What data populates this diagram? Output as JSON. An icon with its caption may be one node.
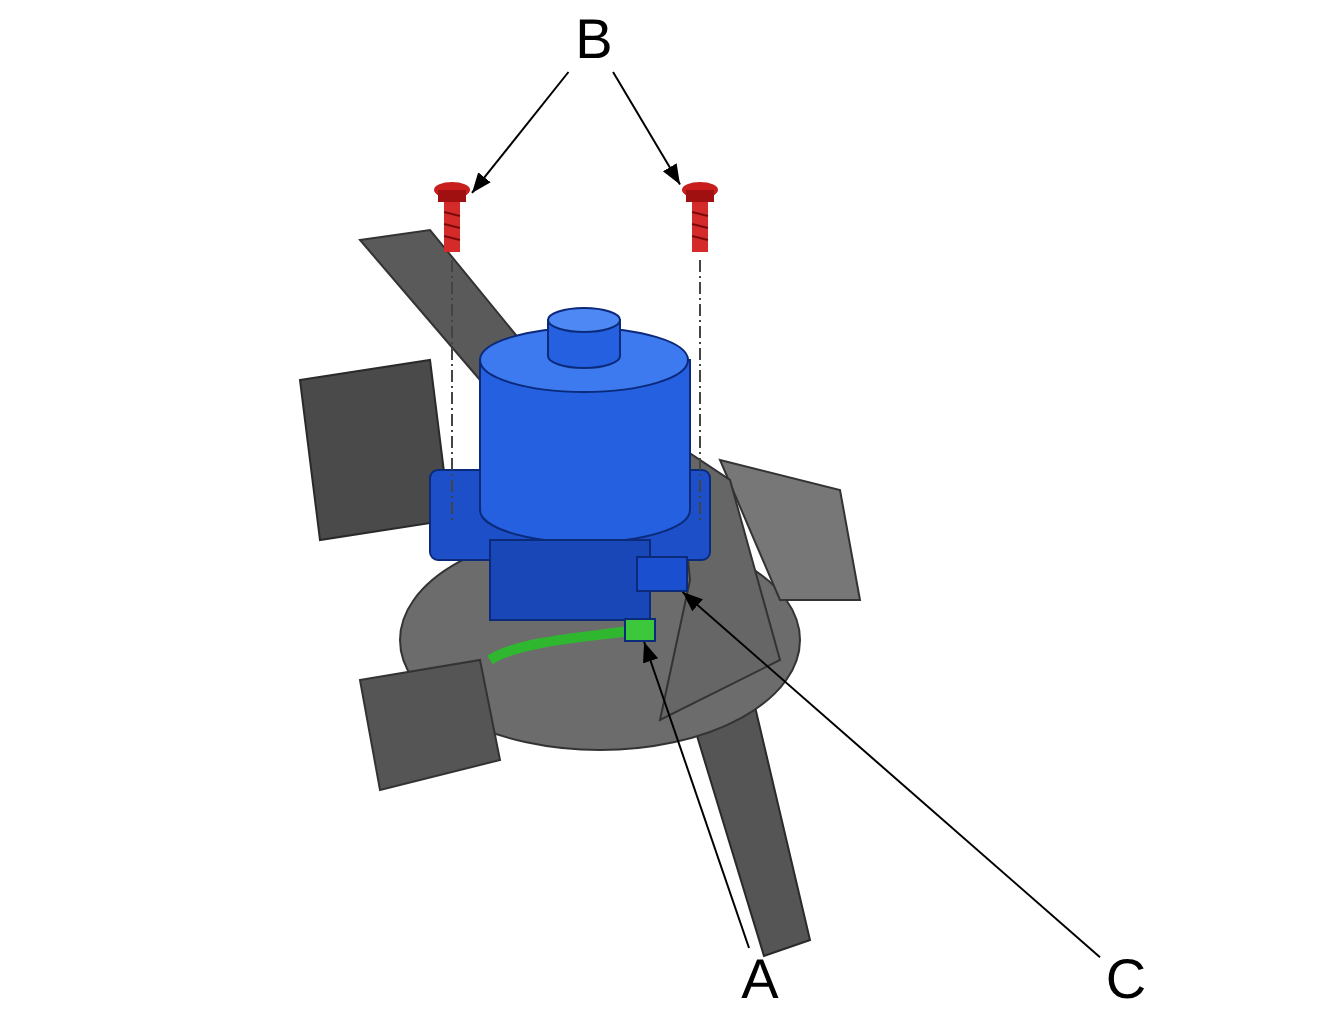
{
  "diagram": {
    "nodes": [
      {
        "text": [
          "B"
        ]
      },
      {
        "text": [],
        "shape": "picture"
      },
      {
        "text": [],
        "shape": "picture"
      },
      {
        "text": [],
        "shape": "box"
      },
      {
        "text": [],
        "shape": "box"
      },
      {
        "text": [
          "A"
        ]
      },
      {
        "text": [
          "C"
        ]
      }
    ],
    "edges": [
      {
        "from": 0,
        "to": 1,
        "arrow": "to"
      },
      {
        "from": 0,
        "to": 2,
        "arrow": "to"
      },
      {
        "from": 5,
        "to": 4,
        "arrow": "to"
      },
      {
        "from": 6,
        "to": 3,
        "arrow": "to"
      }
    ]
  }
}
